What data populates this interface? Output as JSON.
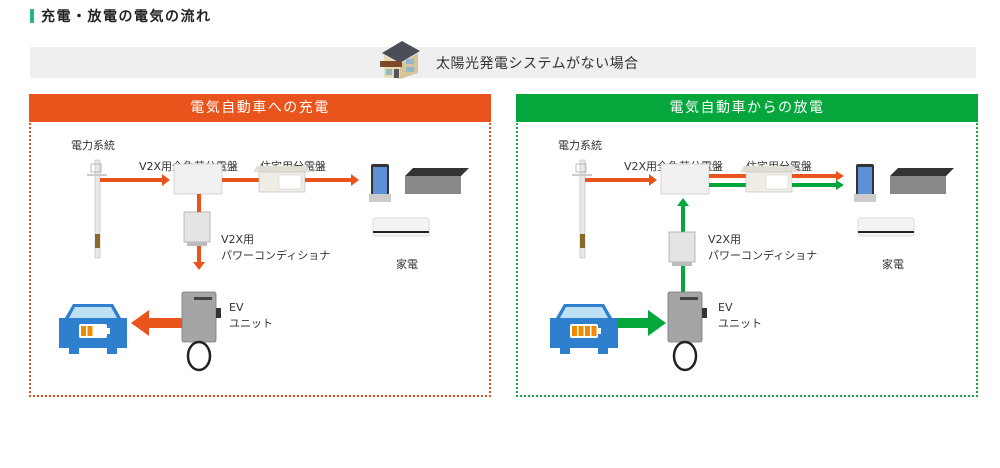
{
  "header": {
    "title": "充電・放電の電気の流れ",
    "accent_color": "#2bb58f"
  },
  "banner": {
    "icon": "house-icon",
    "text": "太陽光発電システムがない場合"
  },
  "panels": [
    {
      "id": "charge",
      "title": "電気自動車への充電",
      "color": "#e8541c",
      "labels": {
        "grid": "電力系統",
        "v2x_panel": "V2X用全負荷分電盤",
        "home_panel": "住宅用分電盤",
        "pcs_line1": "V2X用",
        "pcs_line2": "パワーコンディショナ",
        "appliances": "家電",
        "ev_line1": "EV",
        "ev_line2": "ユニット"
      },
      "battery_level": 2
    },
    {
      "id": "discharge",
      "title": "電気自動車からの放電",
      "color": "#05a63c",
      "labels": {
        "grid": "電力系統",
        "v2x_panel": "V2X用全負荷分電盤",
        "home_panel": "住宅用分電盤",
        "pcs_line1": "V2X用",
        "pcs_line2": "パワーコンディショナ",
        "appliances": "家電",
        "ev_line1": "EV",
        "ev_line2": "ユニット"
      },
      "battery_level": 4
    }
  ]
}
